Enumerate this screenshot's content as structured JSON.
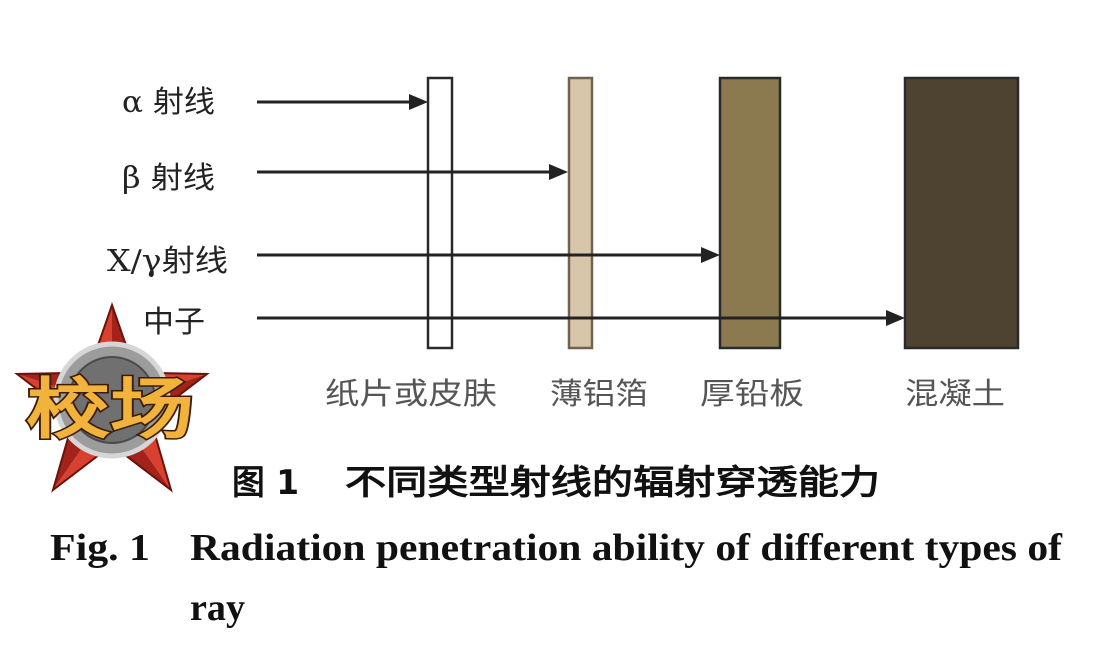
{
  "rays": [
    {
      "label": "α 射线"
    },
    {
      "label": "β 射线"
    },
    {
      "label": "X/γ射线"
    },
    {
      "label": "中子"
    }
  ],
  "barriers": [
    {
      "label": "纸片或皮肤",
      "color": "#ffffff"
    },
    {
      "label": "薄铝箔",
      "color": "#d8c6aa"
    },
    {
      "label": "厚铅板",
      "color": "#8b7a50"
    },
    {
      "label": "混凝土",
      "color": "#4e4331"
    }
  ],
  "caption": {
    "cn_number": "图 1",
    "cn_title": "不同类型射线的辐射穿透能力",
    "en_number": "Fig. 1",
    "en_title_line1": "Radiation penetration ability of different types of",
    "en_title_line2": "ray"
  },
  "logo": {
    "text": "校场",
    "icon": "red-star-badge-icon"
  }
}
